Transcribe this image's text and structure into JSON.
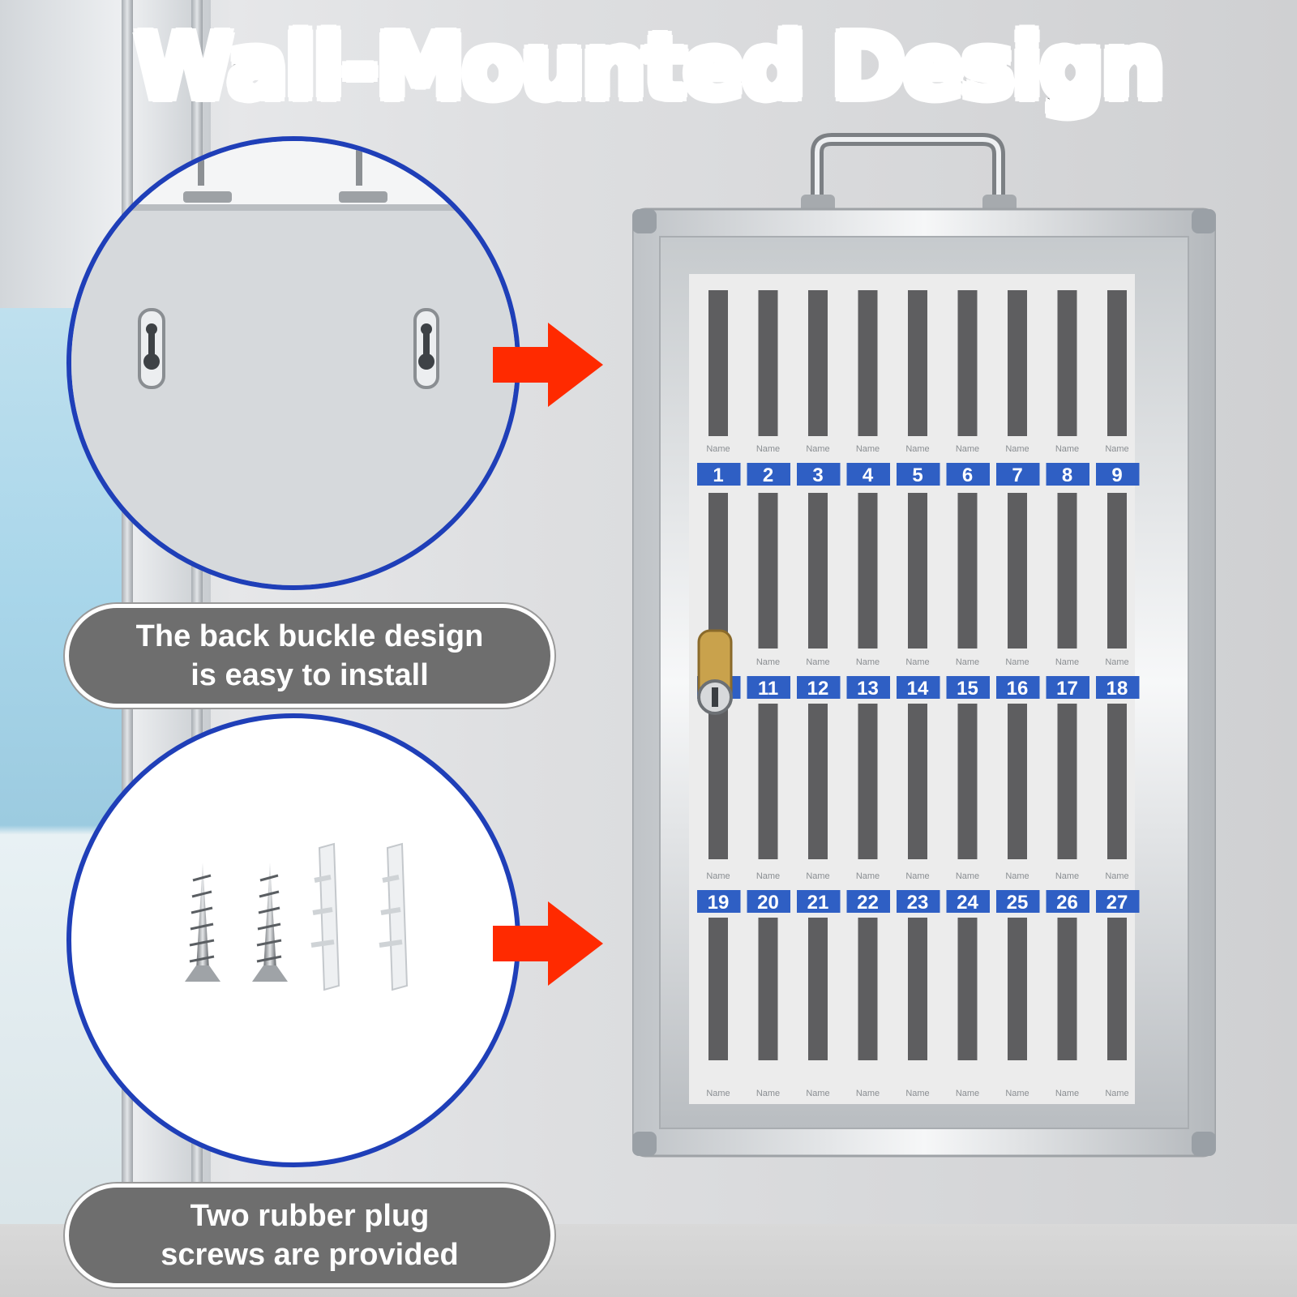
{
  "headline": "Wall-Mounted Design",
  "callouts": [
    {
      "line1": "The back buckle design",
      "line2": "is easy to install"
    },
    {
      "line1": "Two rubber plug",
      "line2": "screws are provided"
    }
  ],
  "slot_label": "Name",
  "slot_numbers_row1": [
    "1",
    "2",
    "3",
    "4",
    "5",
    "6",
    "7",
    "8",
    "9"
  ],
  "slot_numbers_row2": [
    "10",
    "11",
    "12",
    "13",
    "14",
    "15",
    "16",
    "17",
    "18"
  ],
  "slot_numbers_row3": [
    "19",
    "20",
    "21",
    "22",
    "23",
    "24",
    "25",
    "26",
    "27"
  ],
  "colors": {
    "circle_border": "#1f3fb8",
    "arrow": "#ff2a00",
    "pill_bg": "#6e6e6e",
    "number_label_bg": "#2f5fc4",
    "slot_dark": "#5e5e60"
  },
  "icons": [
    "arrow-right-icon",
    "lock-icon",
    "handle-icon",
    "screw-icon",
    "wall-plug-icon",
    "mounting-buckle-icon"
  ]
}
